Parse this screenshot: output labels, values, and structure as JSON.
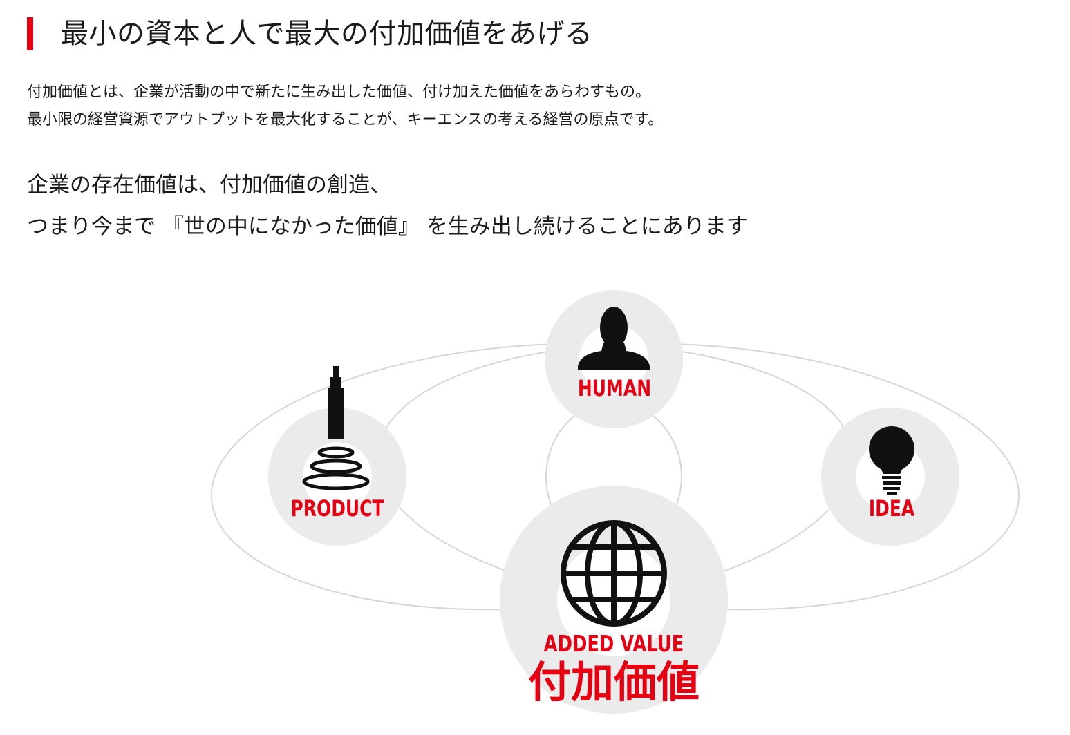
{
  "section": {
    "title": "最小の資本と人で最大の付加価値をあげる",
    "accent_color": "#e60012"
  },
  "intro": {
    "line1": "付加価値とは、企業が活動の中で新たに生み出した価値、付け加えた価値をあらわすもの。",
    "line2": "最小限の経営資源でアウトプットを最大化することが、キーエンスの考える経営の原点です。"
  },
  "lead": {
    "line1": "企業の存在価値は、付加価値の創造、",
    "line2": "つまり今まで 『世の中になかった価値』 を生み出し続けることにあります"
  },
  "diagram": {
    "nodes": {
      "human": {
        "label": "HUMAN",
        "icon": "person-silhouette-icon"
      },
      "product": {
        "label": "PRODUCT",
        "icon": "sensor-cable-icon"
      },
      "idea": {
        "label": "IDEA",
        "icon": "light-bulb-icon"
      },
      "added_value": {
        "label": "ADDED VALUE",
        "label_jp": "付加価値",
        "icon": "globe-icon"
      }
    },
    "colors": {
      "circle_fill": "#ebebeb",
      "orbit_stroke": "#d6d6d6",
      "label": "#e60012",
      "icon": "#111111"
    }
  }
}
